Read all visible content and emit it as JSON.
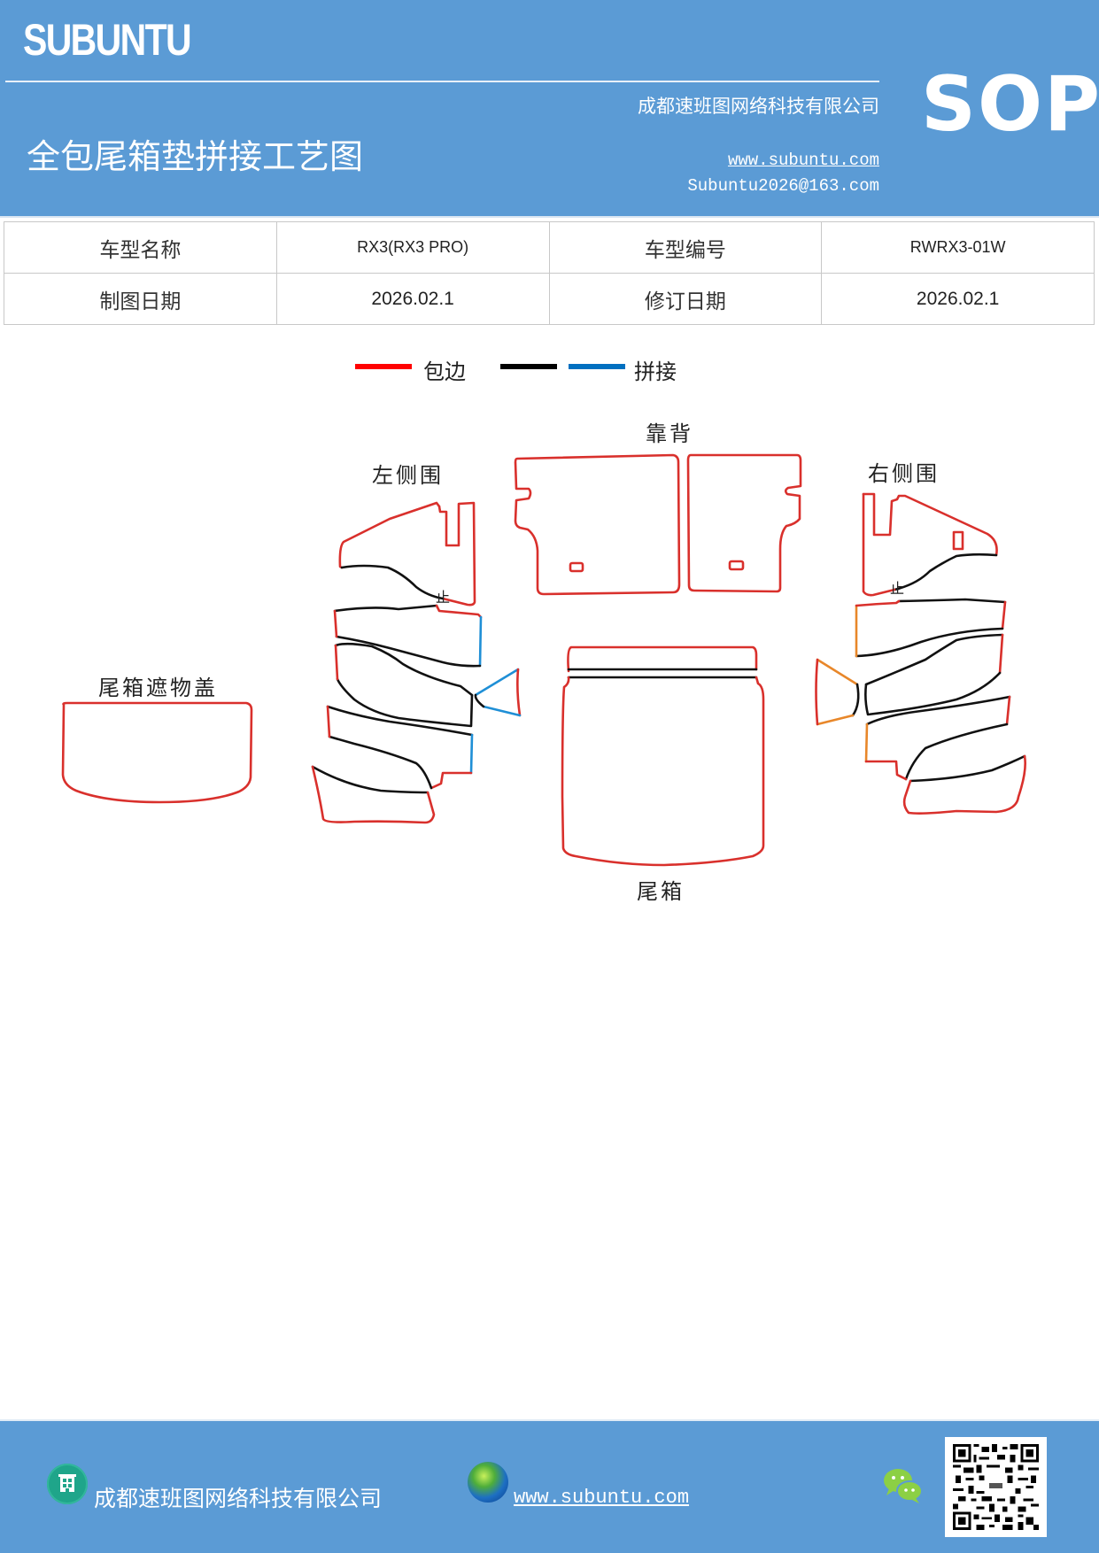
{
  "header": {
    "brand": "SUBUNTU",
    "title": "全包尾箱垫拼接工艺图",
    "company": "成都速班图网络科技有限公司",
    "website": "www.subuntu.com",
    "email": "Subuntu2026@163.com",
    "badge": "SOP",
    "bg_color": "#5b9bd5"
  },
  "info_table": {
    "rows": [
      [
        {
          "label": "车型名称",
          "value": "RX3(RX3 PRO)"
        },
        {
          "label": "车型编号",
          "value": "RWRX3-01W"
        }
      ],
      [
        {
          "label": "制图日期",
          "value": "2026.02.1"
        },
        {
          "label": "修订日期",
          "value": "2026.02.1"
        }
      ]
    ]
  },
  "legend": {
    "items": [
      {
        "color": "#ff0000",
        "label": "包边"
      },
      {
        "color": "#000000",
        "label": ""
      },
      {
        "color": "#0070c0",
        "label": "拼接"
      }
    ]
  },
  "diagram": {
    "line_colors": {
      "edge": "#d9302c",
      "seam": "#111111",
      "join_blue": "#1f8fd6",
      "join_orange": "#e8872a"
    },
    "labels": {
      "left_side": "左侧围",
      "backrest": "靠背",
      "right_side": "右侧围",
      "cover": "尾箱遮物盖",
      "trunk": "尾箱",
      "stop_mark": "止"
    }
  },
  "footer": {
    "company": "成都速班图网络科技有限公司",
    "website": "www.subuntu.com",
    "icons": [
      "building-icon",
      "globe-icon",
      "wechat-icon",
      "qr-code"
    ]
  }
}
